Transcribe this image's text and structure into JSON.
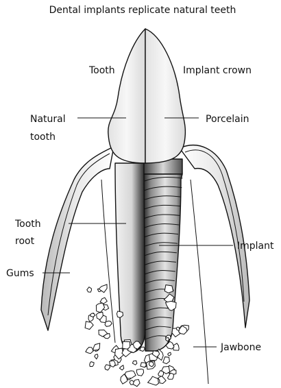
{
  "title": "Dental implants replicate natural teeth",
  "labels": {
    "tooth": "Tooth",
    "implant_crown": "Implant crown",
    "natural_line1": "Natural",
    "natural_line2": "tooth",
    "porcelain": "Porcelain",
    "root_line1": "Tooth",
    "root_line2": "root",
    "implant": "Implant",
    "gums": "Gums",
    "jawbone": "Jawbone"
  }
}
